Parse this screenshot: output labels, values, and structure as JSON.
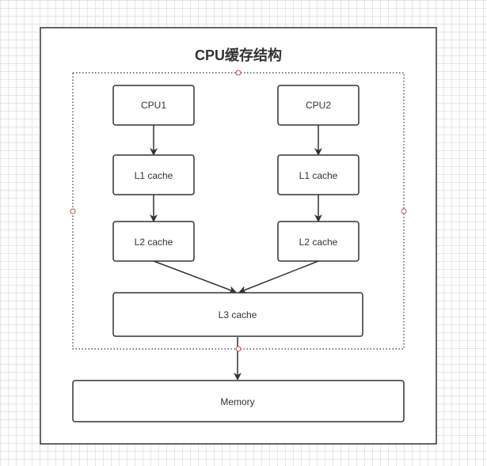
{
  "title": "CPU缓存结构",
  "nodes": {
    "cpu1": "CPU1",
    "cpu2": "CPU2",
    "l1_left": "L1 cache",
    "l1_right": "L1 cache",
    "l2_left": "L2 cache",
    "l2_right": "L2 cache",
    "l3": "L3 cache",
    "memory": "Memory"
  },
  "colors": {
    "stroke": "#333333",
    "handle": "#b85450",
    "grid": "#e6e6e6"
  }
}
